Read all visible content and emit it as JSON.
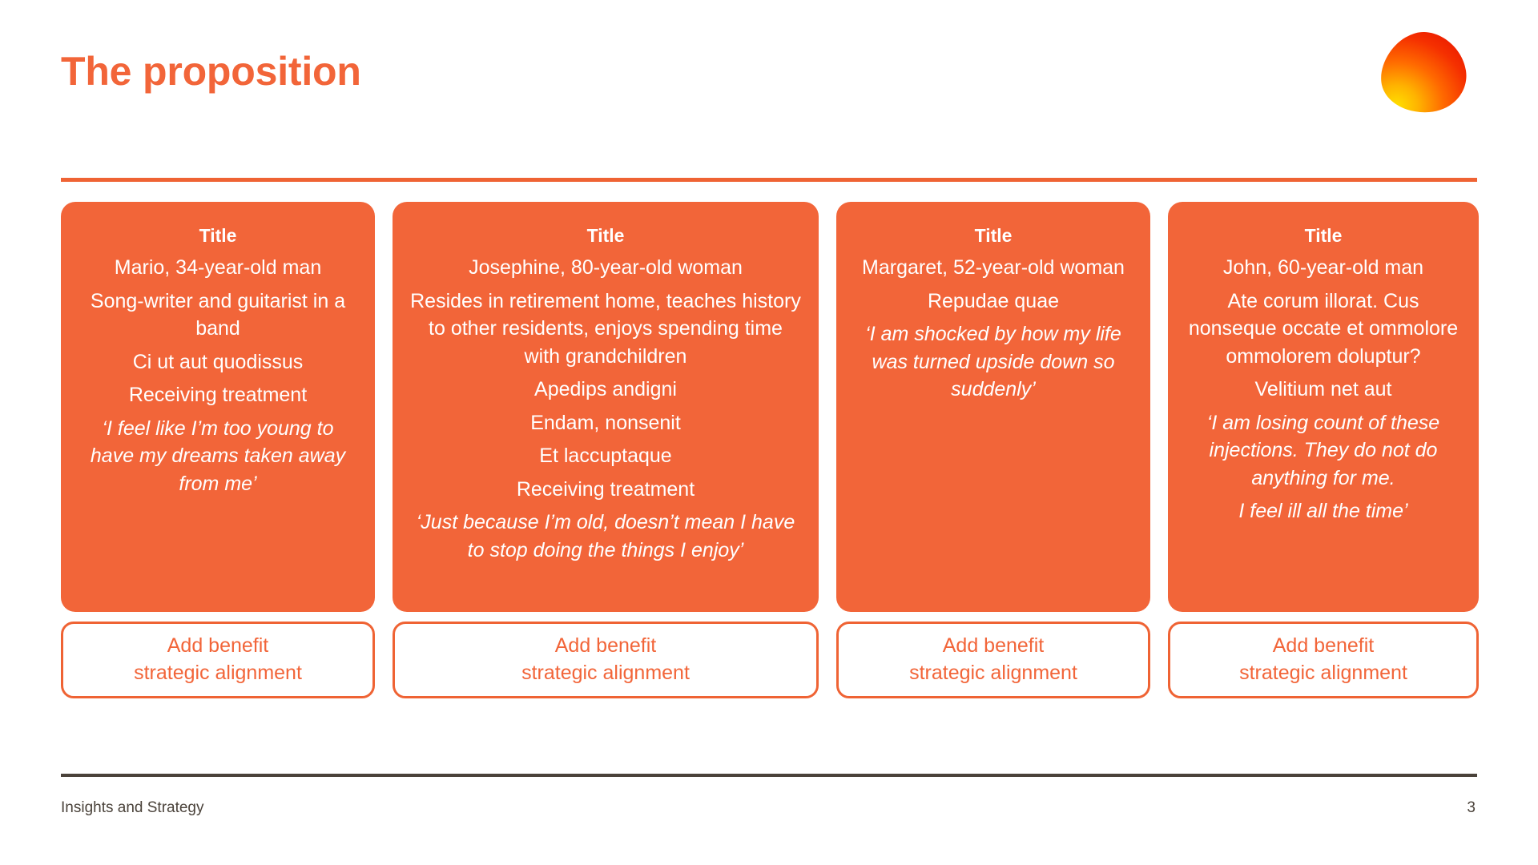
{
  "slide": {
    "title": "The proposition",
    "page_number": "3",
    "footer_label": "Insights and Strategy",
    "accent_color": "#f26539",
    "rule_color": "#ef6334",
    "footer_color": "#4a423a",
    "card_bg": "#f26539",
    "card_text_color": "#ffffff"
  },
  "logo": {
    "name": "blob-logo",
    "gradient_from": "#ffd400",
    "gradient_mid": "#ff8a00",
    "gradient_to": "#f01a00"
  },
  "cards": [
    {
      "title": "Title",
      "lines": [
        {
          "text": "Mario, 34-year-old man",
          "style": "normal"
        },
        {
          "text": "Song-writer and guitarist in a band",
          "style": "normal"
        },
        {
          "text": "Ci ut aut quodissus",
          "style": "normal"
        },
        {
          "text": "Receiving treatment",
          "style": "normal"
        },
        {
          "text": "‘I feel like I’m too young to have my dreams taken away from me’",
          "style": "quote"
        }
      ],
      "benefit": {
        "line1": "Add benefit",
        "line2": "strategic alignment"
      }
    },
    {
      "title": "Title",
      "lines": [
        {
          "text": "Josephine, 80-year-old woman",
          "style": "normal"
        },
        {
          "text": "Resides in retirement home, teaches history to other residents, enjoys spending time with grandchildren",
          "style": "normal"
        },
        {
          "text": "Apedips andigni",
          "style": "normal"
        },
        {
          "text": "Endam, nonsenit",
          "style": "normal"
        },
        {
          "text": "Et laccuptaque",
          "style": "normal"
        },
        {
          "text": "Receiving treatment",
          "style": "normal"
        },
        {
          "text": "‘Just because I’m old, doesn’t mean I have to stop doing the things I enjoy’",
          "style": "quote"
        }
      ],
      "benefit": {
        "line1": "Add benefit",
        "line2": "strategic alignment"
      }
    },
    {
      "title": "Title",
      "lines": [
        {
          "text": "Margaret, 52-year-old woman",
          "style": "normal"
        },
        {
          "text": "Repudae quae",
          "style": "normal"
        },
        {
          "text": "‘I am shocked by how my life was turned upside down so suddenly’",
          "style": "quote"
        }
      ],
      "benefit": {
        "line1": "Add benefit",
        "line2": "strategic alignment"
      }
    },
    {
      "title": "Title",
      "lines": [
        {
          "text": "John, 60-year-old man",
          "style": "normal"
        },
        {
          "text": "Ate corum illorat. Cus nonseque occate et ommolore ommolorem doluptur?",
          "style": "normal"
        },
        {
          "text": "Velitium net aut",
          "style": "normal"
        },
        {
          "text": "‘I am losing count of these injections. They do not do anything for me.",
          "style": "quote"
        },
        {
          "text": "I feel ill all the time’",
          "style": "quote"
        }
      ],
      "benefit": {
        "line1": "Add benefit",
        "line2": "strategic alignment"
      }
    }
  ]
}
